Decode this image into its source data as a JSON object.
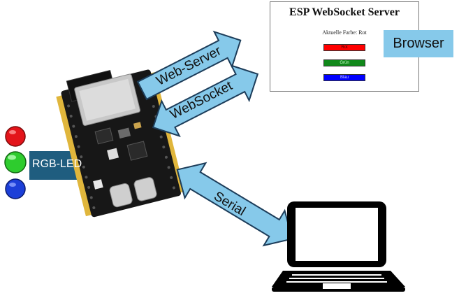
{
  "browser_window": {
    "title": "ESP WebSocket Server",
    "current_color": "Aktuelle Farbe: Rot",
    "buttons": {
      "red": "Rot",
      "green": "Grün",
      "blue": "Blau"
    }
  },
  "labels": {
    "browser": "Browser",
    "web_server": "Web-Server",
    "websocket": "WebSocket",
    "serial": "Serial",
    "rgb_led": "RGB-LED"
  },
  "colors": {
    "arrow_fill": "#86c9ea",
    "arrow_stroke": "#1d3d5a",
    "rgb_arrow_fill": "#1f5d7f",
    "led_red": "#e3141a",
    "led_green": "#2ecc2e",
    "led_blue": "#1c3fd8"
  },
  "icons": [
    "esp32-board-icon",
    "laptop-icon",
    "red-led-icon",
    "green-led-icon",
    "blue-led-icon"
  ]
}
